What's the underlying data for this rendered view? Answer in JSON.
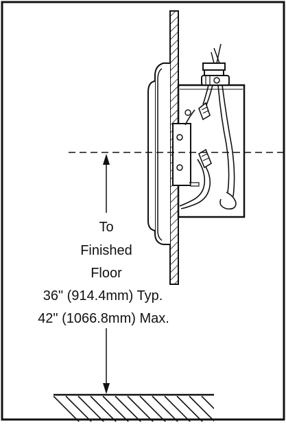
{
  "diagram": {
    "label_lines": [
      "To",
      "Finished",
      "Floor",
      "36\" (914.4mm) Typ.",
      "42\" (1066.8mm) Max."
    ]
  }
}
